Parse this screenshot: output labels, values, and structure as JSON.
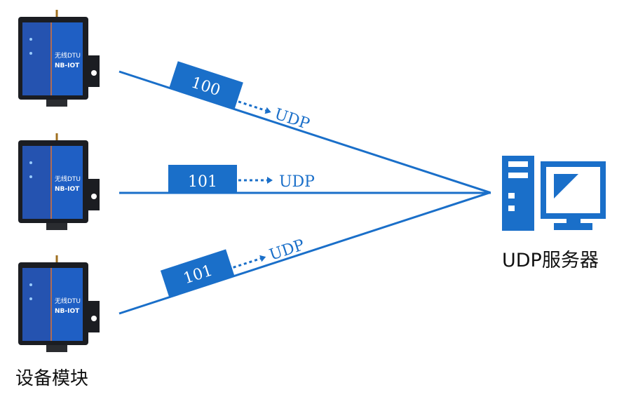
{
  "colors": {
    "accent": "#1a6fc9",
    "device_body": "#1b1d22",
    "device_front": "#1f5fc4"
  },
  "devices": {
    "label": "设备模块",
    "items": [
      {
        "title": "无线DTU",
        "model": "NB-IOT"
      },
      {
        "title": "无线DTU",
        "model": "NB-IOT"
      },
      {
        "title": "无线DTU",
        "model": "NB-IOT"
      }
    ]
  },
  "links": [
    {
      "packet": "100",
      "protocol": "UDP"
    },
    {
      "packet": "101",
      "protocol": "UDP"
    },
    {
      "packet": "101",
      "protocol": "UDP"
    }
  ],
  "server": {
    "label": "UDP服务器",
    "icon": "server-computer-icon"
  }
}
